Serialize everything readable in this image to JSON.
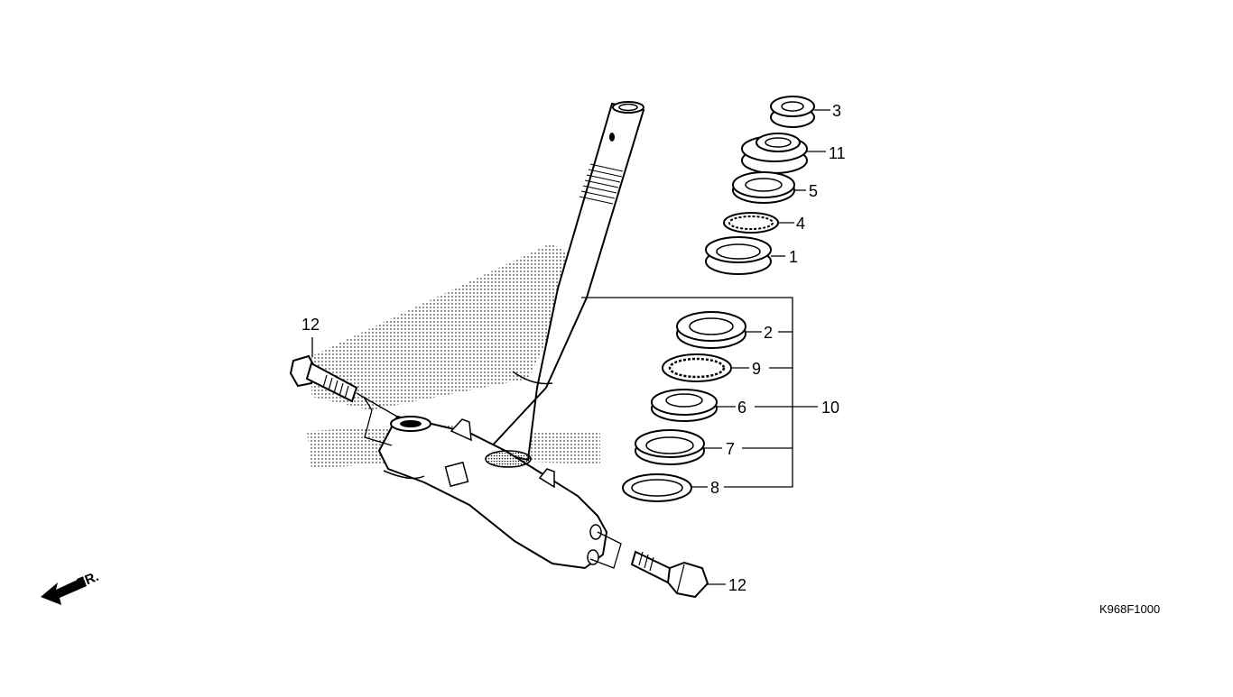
{
  "diagram": {
    "diagram_code": "K968F1000",
    "front_indicator": "FR.",
    "callouts": [
      {
        "id": "c1",
        "label": "1"
      },
      {
        "id": "c2",
        "label": "2"
      },
      {
        "id": "c3",
        "label": "3"
      },
      {
        "id": "c4",
        "label": "4"
      },
      {
        "id": "c5",
        "label": "5"
      },
      {
        "id": "c6",
        "label": "6"
      },
      {
        "id": "c7",
        "label": "7"
      },
      {
        "id": "c8",
        "label": "8"
      },
      {
        "id": "c9",
        "label": "9"
      },
      {
        "id": "c10",
        "label": "10"
      },
      {
        "id": "c11",
        "label": "11"
      },
      {
        "id": "c12a",
        "label": "12"
      },
      {
        "id": "c12b",
        "label": "12"
      }
    ]
  }
}
